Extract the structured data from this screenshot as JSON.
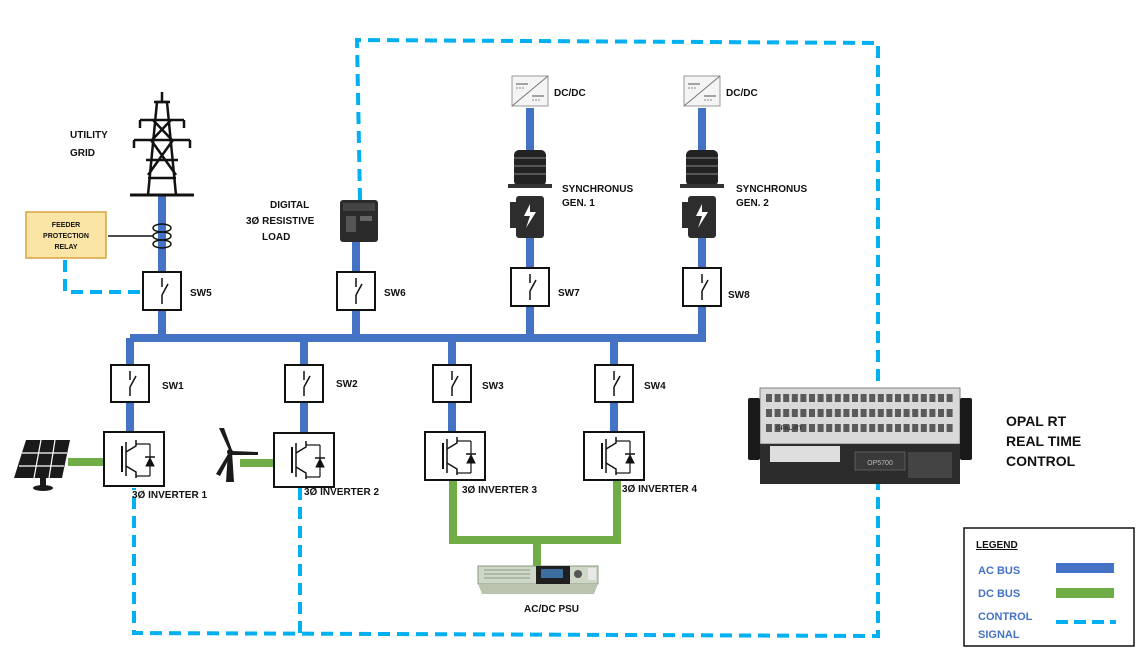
{
  "colors": {
    "ac_bus": "#4472c4",
    "dc_bus": "#70ad47",
    "control": "#00b0f0",
    "legend_text": "#4472c4",
    "relay_fill": "#fbe5a6",
    "relay_border": "#d9a441"
  },
  "grid": {
    "label_line1": "UTILITY",
    "label_line2": "GRID"
  },
  "relay": {
    "line1": "FEEDER",
    "line2": "PROTECTION",
    "line3": "RELAY"
  },
  "load": {
    "line1": "DIGITAL",
    "line2": "3Ø RESISTIVE",
    "line3": "LOAD"
  },
  "switches": {
    "sw5": "SW5",
    "sw6": "SW6",
    "sw7": "SW7",
    "sw8": "SW8",
    "sw1": "SW1",
    "sw2": "SW2",
    "sw3": "SW3",
    "sw4": "SW4"
  },
  "converters": {
    "dcdc1": "DC/DC",
    "dcdc2": "DC/DC"
  },
  "generators": {
    "gen1_line1": "SYNCHRONUS",
    "gen1_line2": "GEN. 1",
    "gen2_line1": "SYNCHRONUS",
    "gen2_line2": "GEN. 2"
  },
  "inverters": {
    "inv1": "3Ø INVERTER 1",
    "inv2": "3Ø INVERTER 2",
    "inv3": "3Ø INVERTER 3",
    "inv4": "3Ø INVERTER 4"
  },
  "psu": {
    "label": "AC/DC PSU"
  },
  "opal": {
    "line1": "OPAL RT",
    "line2": "REAL TIME",
    "line3": "CONTROL",
    "brand": "OPAL-RT",
    "model": "OP5700"
  },
  "legend": {
    "title": "LEGEND",
    "ac_bus": "AC BUS",
    "dc_bus": "DC BUS",
    "control_line1": "CONTROL",
    "control_line2": "SIGNAL"
  }
}
